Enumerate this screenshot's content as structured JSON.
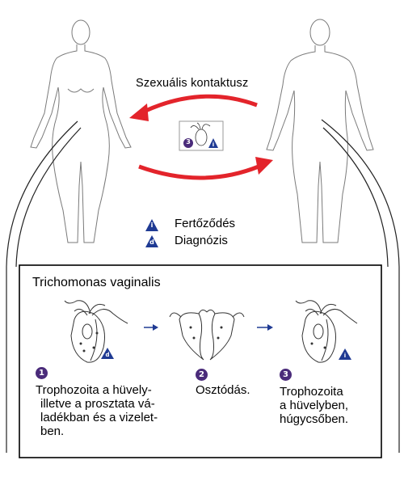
{
  "transmission": {
    "label": "Szexuális kontaktusz"
  },
  "legend": [
    {
      "symbol": "i",
      "label": "Fertőződés"
    },
    {
      "symbol": "d",
      "label": "Diagnózis"
    }
  ],
  "panel": {
    "title": "Trichomonas vaginalis"
  },
  "steps": [
    {
      "num": "1",
      "lines": [
        "Trophozoita a hüvely-",
        "illetve a prosztata vá-",
        "ladékban és a vizelet-",
        "ben."
      ]
    },
    {
      "num": "2",
      "lines": [
        "Osztódás."
      ]
    },
    {
      "num": "3",
      "lines": [
        "Trophozoita",
        "a hüvelyben,",
        "húgycsőben."
      ]
    }
  ],
  "icons": {
    "stage_badge": "3",
    "infection_symbol": "i",
    "diagnosis_symbol": "d"
  },
  "colors": {
    "arrow_red": "#e3242b",
    "badge_purple": "#4a2b7a",
    "triangle_blue": "#1f3a93",
    "outline": "#7a7a7a"
  }
}
